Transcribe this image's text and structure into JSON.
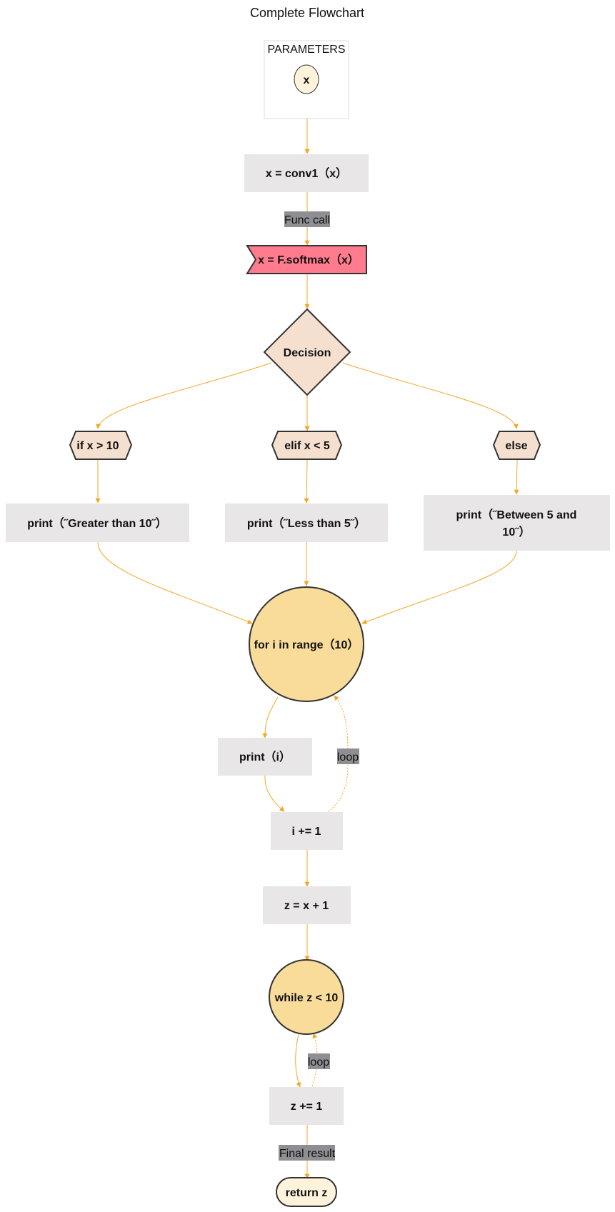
{
  "title": "Complete Flowchart",
  "colors": {
    "edge": "#f5a623",
    "process_fill": "#e8e6e6",
    "accent_pink": "#ff7b8e",
    "decision_fill": "#f5e0d0",
    "loop_fill": "#f9dc9a",
    "param_node_fill": "#fff3dc",
    "label_bg": "#8e8e93",
    "stroke": "#333333"
  },
  "parameters": {
    "label": "PARAMETERS",
    "param": "x"
  },
  "nodes": {
    "conv": "x = conv1（x）",
    "softmax": "x = F.softmax（x）",
    "decision": "Decision",
    "cond_if": "if x > 10",
    "cond_elif": "elif x < 5",
    "cond_else": "else",
    "print_greater": "print（˝Greater than 10˝）",
    "print_less": "print（˝Less than 5˝）",
    "print_between_line1": "print（˝Between 5 and",
    "print_between_line2": "10˝）",
    "for_loop": "for i in range（10）",
    "print_i": "print（i）",
    "increment_i": "i += 1",
    "assign_z": "z = x + 1",
    "while_loop": "while z < 10",
    "increment_z": "z += 1",
    "return": "return z"
  },
  "edge_labels": {
    "func_call": "Func call",
    "loop_for": "loop",
    "loop_while": "loop",
    "final_result": "Final result"
  }
}
